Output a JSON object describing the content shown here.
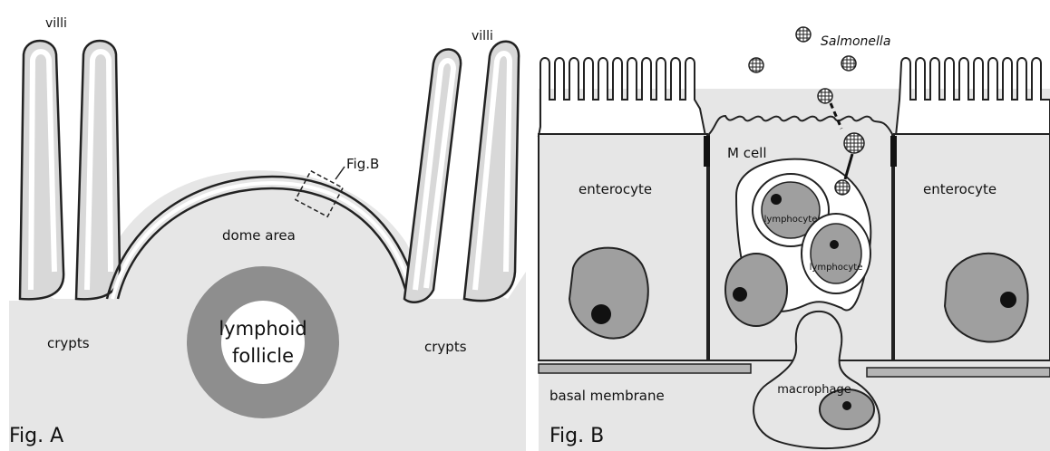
{
  "fig_a": {
    "caption": "Fig. A",
    "villi_left": "villi",
    "villi_right": "villi",
    "callout": "Fig.B",
    "dome": "dome area",
    "follicle_line1": "lymphoid",
    "follicle_line2": "follicle",
    "crypts_left": "crypts",
    "crypts_right": "crypts"
  },
  "fig_b": {
    "caption": "Fig. B",
    "salmonella": "Salmonella",
    "m_cell": "M cell",
    "enterocyte_left": "enterocyte",
    "enterocyte_right": "enterocyte",
    "lymphocyte_1": "lymphocyte",
    "lymphocyte_2": "lymphocyte",
    "macrophage": "macrophage",
    "basal_membrane": "basal membrane"
  },
  "colors": {
    "background": "#ffffff",
    "tissue": "#e5e5e5",
    "villus_core": "#d7d7d7",
    "follicle_ring": "#8c8c8c",
    "nucleus": "#9e9e9e",
    "outline": "#222222"
  }
}
